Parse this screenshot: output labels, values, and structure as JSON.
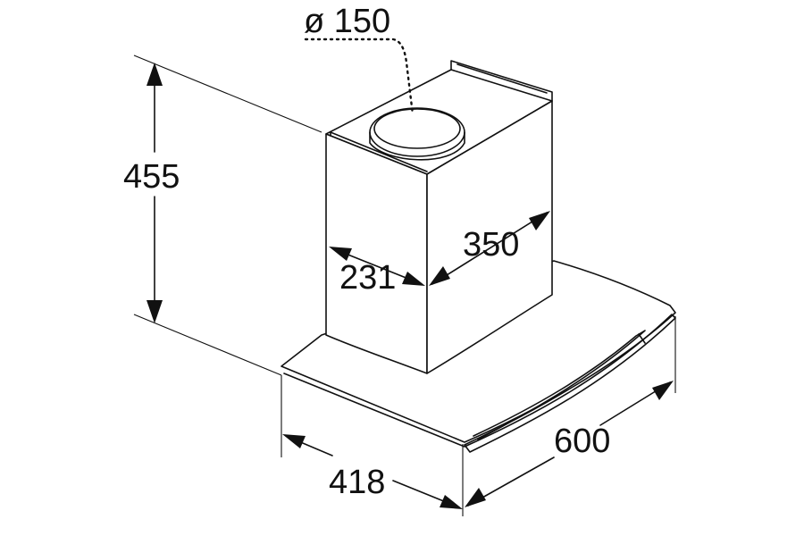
{
  "dimensions": {
    "duct_diameter": "ø 150",
    "total_height": "455",
    "chimney_depth": "231",
    "chimney_width": "350",
    "canopy_depth": "418",
    "canopy_width": "600"
  }
}
